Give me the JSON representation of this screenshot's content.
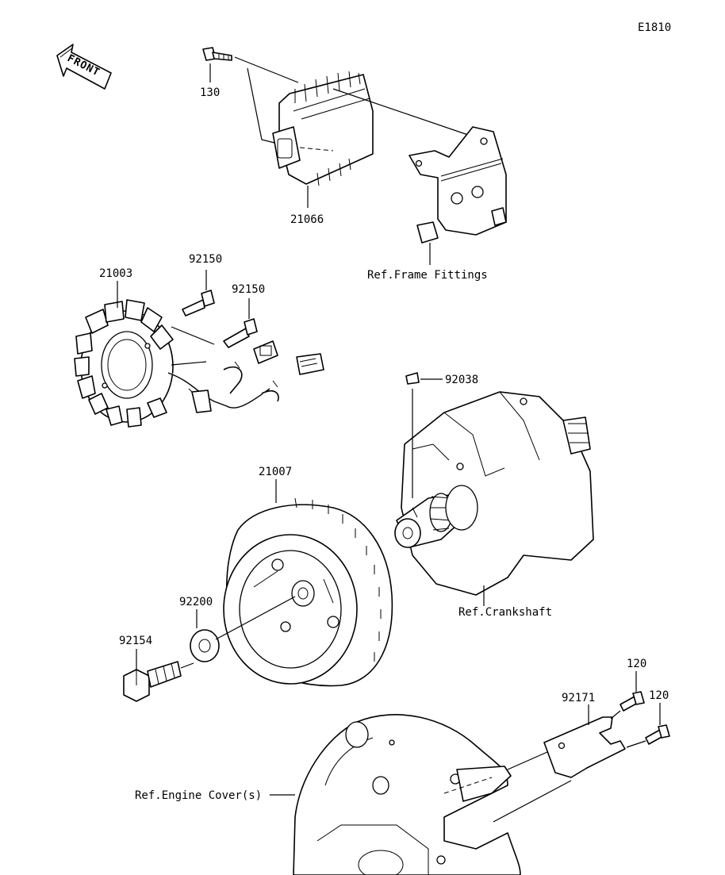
{
  "diagram_id": "E1810",
  "front_marker": "FRONT",
  "parts": [
    {
      "id": "p130",
      "number": "130"
    },
    {
      "id": "p21066",
      "number": "21066"
    },
    {
      "id": "p21003",
      "number": "21003"
    },
    {
      "id": "p92150a",
      "number": "92150"
    },
    {
      "id": "p92150b",
      "number": "92150"
    },
    {
      "id": "p92038",
      "number": "92038"
    },
    {
      "id": "p21007",
      "number": "21007"
    },
    {
      "id": "p92200",
      "number": "92200"
    },
    {
      "id": "p92154",
      "number": "92154"
    },
    {
      "id": "p120a",
      "number": "120"
    },
    {
      "id": "p120b",
      "number": "120"
    },
    {
      "id": "p92171",
      "number": "92171"
    }
  ],
  "references": {
    "frame_fittings": "Ref.Frame Fittings",
    "crankshaft": "Ref.Crankshaft",
    "engine_cover": "Ref.Engine Cover(s)"
  }
}
